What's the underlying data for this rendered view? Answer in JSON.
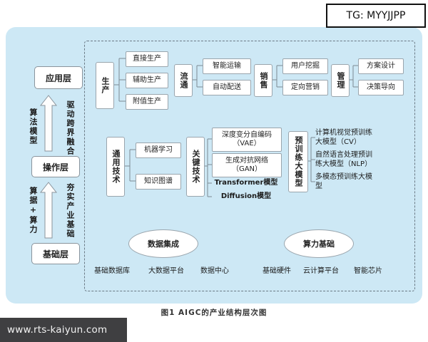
{
  "overlay": {
    "tag": "TG: MYYJJPP",
    "site": "www.rts-kaiyun.com"
  },
  "caption": "图1  AIGC的产业结构层次图",
  "colors": {
    "panel_bg": "#cde8f5",
    "box_border": "#9aa5ad",
    "strip_bg": "#3f3f41"
  },
  "layers": [
    {
      "label": "应用层"
    },
    {
      "label": "操作层"
    },
    {
      "label": "基础层"
    }
  ],
  "flows": [
    {
      "left": "算法模型",
      "right": "驱动跨界融合"
    },
    {
      "left": "算据+算力",
      "right": "夯实产业基础"
    }
  ],
  "app_row": {
    "groups": [
      {
        "category": "生产",
        "items": [
          "直接生产",
          "辅助生产",
          "附值生产"
        ]
      },
      {
        "category": "流通",
        "items": [
          "智能运输",
          "自动配送"
        ]
      },
      {
        "category": "销售",
        "items": [
          "用户挖掘",
          "定向营销"
        ]
      },
      {
        "category": "管理",
        "items": [
          "方案设计",
          "决策导向"
        ]
      }
    ]
  },
  "tech_row": {
    "groups": [
      {
        "category": "通用技术",
        "items": [
          "机器学习",
          "知识图谱"
        ]
      },
      {
        "category": "关键技术",
        "items": [
          "深度变分自编码\n（VAE）",
          "生成对抗网络\n（GAN）",
          "Transformer模型",
          "Diffusion模型"
        ]
      },
      {
        "category": "预训练大模型",
        "items": [
          "计算机视觉预训练大模型（CV）",
          "自然语言处理预训练大模型（NLP）",
          "多模态预训练大模型"
        ]
      }
    ]
  },
  "base_row": {
    "clusters": [
      {
        "hub": "数据集成",
        "items": [
          "基础数据库",
          "大数据平台",
          "数据中心"
        ]
      },
      {
        "hub": "算力基础",
        "items": [
          "基础硬件",
          "云计算平台",
          "智能芯片"
        ]
      }
    ]
  }
}
